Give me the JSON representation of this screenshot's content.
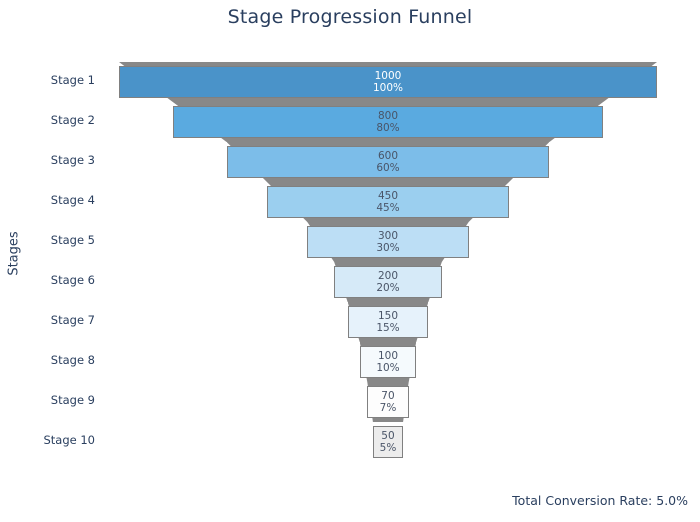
{
  "chart_data": {
    "type": "bar",
    "title": "Stage Progression Funnel",
    "xlabel": "",
    "ylabel": "Stages",
    "orientation": "funnel",
    "grid": false,
    "legend": "none",
    "categories": [
      "Stage 1",
      "Stage 2",
      "Stage 3",
      "Stage 4",
      "Stage 5",
      "Stage 6",
      "Stage 7",
      "Stage 8",
      "Stage 9",
      "Stage 10"
    ],
    "values": [
      1000,
      800,
      600,
      450,
      300,
      200,
      150,
      100,
      70,
      50
    ],
    "percent_labels": [
      "100%",
      "80%",
      "60%",
      "45%",
      "30%",
      "20%",
      "15%",
      "10%",
      "7%",
      "5%"
    ],
    "percent_values": [
      100,
      80,
      60,
      45,
      30,
      20,
      15,
      10,
      7,
      5
    ],
    "xlim": [
      0,
      1000
    ],
    "segments": [
      {
        "label": "Stage 1",
        "value": "1000",
        "percent": "100%",
        "fill": "#4a93c9",
        "text_color": "#ffffff",
        "width_ratio": 1.0
      },
      {
        "label": "Stage 2",
        "value": "800",
        "percent": "80%",
        "fill": "#5aaae0",
        "text_color": "#4a5568",
        "width_ratio": 0.8
      },
      {
        "label": "Stage 3",
        "value": "600",
        "percent": "60%",
        "fill": "#7cbde9",
        "text_color": "#4a5568",
        "width_ratio": 0.6
      },
      {
        "label": "Stage 4",
        "value": "450",
        "percent": "45%",
        "fill": "#9bcfef",
        "text_color": "#4a5568",
        "width_ratio": 0.45
      },
      {
        "label": "Stage 5",
        "value": "300",
        "percent": "30%",
        "fill": "#bcdef5",
        "text_color": "#4a5568",
        "width_ratio": 0.3
      },
      {
        "label": "Stage 6",
        "value": "200",
        "percent": "20%",
        "fill": "#d6eaf8",
        "text_color": "#4a5568",
        "width_ratio": 0.2
      },
      {
        "label": "Stage 7",
        "value": "150",
        "percent": "15%",
        "fill": "#e6f2fb",
        "text_color": "#4a5568",
        "width_ratio": 0.15
      },
      {
        "label": "Stage 8",
        "value": "100",
        "percent": "10%",
        "fill": "#f5fafd",
        "text_color": "#4a5568",
        "width_ratio": 0.105
      },
      {
        "label": "Stage 9",
        "value": "70",
        "percent": "7%",
        "fill": "#fdfdfd",
        "text_color": "#4a5568",
        "width_ratio": 0.077
      },
      {
        "label": "Stage 10",
        "value": "50",
        "percent": "5%",
        "fill": "#ececec",
        "text_color": "#4a5568",
        "width_ratio": 0.056
      }
    ],
    "annotation": "Total Conversion Rate: 5.0%",
    "colors": {
      "title": "#2a3f5f",
      "border": "#808080",
      "connector": "#888888",
      "background": "#ffffff"
    }
  }
}
